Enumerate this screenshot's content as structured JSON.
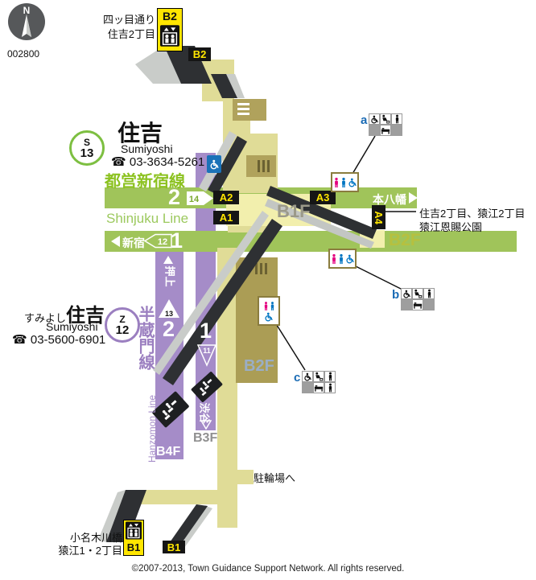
{
  "map": {
    "id": "002800",
    "compass": "N",
    "copyright": "©2007-2013, Town Guidance Support Network. All rights reserved."
  },
  "top_entrance": {
    "street": "四ッ目通り",
    "area": "住吉2丁目",
    "exit": "B2",
    "stair_exit": "B2"
  },
  "shinjuku": {
    "symbol": "S",
    "number": "13",
    "name": "住吉",
    "romaji": "Sumiyoshi",
    "phone": "☎ 03-3634-5261",
    "line_ja": "都営新宿線",
    "line_en": "Shinjuku Line",
    "platform2": "2",
    "flag2": "14",
    "dir2": "本八幡",
    "platform1": "1",
    "flag1": "12",
    "dir1": "新宿",
    "b1f": "B1F",
    "b2f": "B2F",
    "exit_a1": "A1",
    "exit_a2": "A2",
    "exit_a3": "A3",
    "exit_a4": "A4"
  },
  "east_exit": {
    "addr1": "住吉2丁目、猿江2丁目",
    "addr2": "猿江恩賜公園"
  },
  "hanzomon": {
    "symbol": "Z",
    "number": "12",
    "kana": "すみよし",
    "name": "住吉",
    "romaji": "Sumiyoshi",
    "phone": "☎ 03-5600-6901",
    "line_ja": "半蔵門線",
    "line_en": "Hanzomon Line",
    "platform2": "2",
    "dir2": "押上",
    "car2": "13",
    "platform1": "1",
    "dir1": "渋谷",
    "car1": "11",
    "b2f": "B2F",
    "b3f": "B3F",
    "b4f": "B4F"
  },
  "south_exit": {
    "addr1": "小名木川橋",
    "addr2": "猿江1・2丁目",
    "exit": "B1",
    "stair_exit": "B1",
    "bicycle": "駐輪場へ"
  },
  "facilities": {
    "a": "a",
    "b": "b",
    "c": "c"
  },
  "colors": {
    "shinjuku_green": "#a0c45a",
    "hanzomon_purple": "#a58cc8",
    "corridor_yellow": "#e0dc97",
    "gate_brown": "#b0a25c",
    "badge_yellow": "#ffe600",
    "accent_blue": "#1b72b8",
    "woman_pink": "#e4007f"
  }
}
